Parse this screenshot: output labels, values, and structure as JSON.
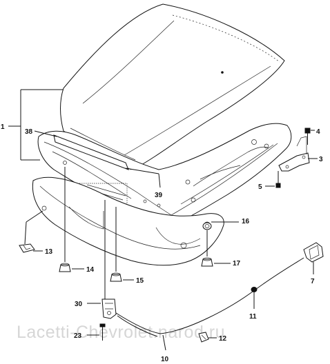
{
  "callouts": {
    "n1": "1",
    "n3": "3",
    "n4": "4",
    "n5": "5",
    "n7": "7",
    "n10": "10",
    "n11": "11",
    "n12": "12",
    "n13": "13",
    "n14": "14",
    "n15": "15",
    "n16": "16",
    "n17": "17",
    "n23": "23",
    "n30": "30",
    "n38": "38",
    "n39": "39"
  },
  "watermark": "Lacetti-Chevrolet.narod.ru"
}
